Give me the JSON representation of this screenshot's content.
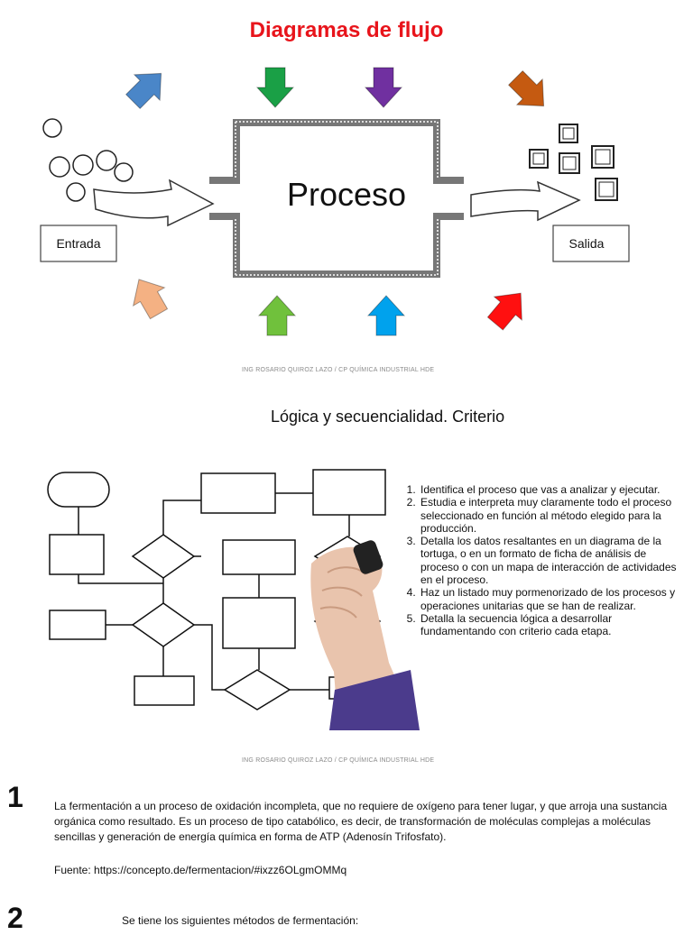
{
  "title": "Diagramas de flujo",
  "diagram": {
    "process_label": "Proceso",
    "input_label": "Entrada",
    "output_label": "Salida",
    "arrow_colors": {
      "blue": "#4a86c8",
      "green": "#1aa046",
      "purple": "#7030a0",
      "orange_brown": "#c55a11",
      "peach": "#f4b183",
      "light_green": "#70c13c",
      "cyan": "#00a2ed",
      "red": "#ff1010"
    }
  },
  "credit_1": "ING ROSARIO QUIROZ LAZO / CP QUÍMICA INDUSTRIAL  HDE",
  "subtitle": "Lógica y secuencialidad. Criterio",
  "steps": [
    "Identifica el proceso que vas a analizar y ejecutar.",
    "Estudia e interpreta muy claramente todo el proceso seleccionado en función al método elegido para la producción.",
    "Detalla los datos resaltantes en un diagrama de la tortuga, o en un formato de ficha de análisis de proceso o con un mapa de interacción de actividades en el proceso.",
    "Haz un listado muy pormenorizado de los procesos y operaciones unitarias que se han de realizar.",
    "Detalla la secuencia lógica a desarrollar fundamentando con criterio cada etapa."
  ],
  "credit_2": "ING ROSARIO QUIROZ LAZO / CP QUÍMICA INDUSTRIAL  HDE",
  "section_1": {
    "number": "1",
    "text": "La fermentación a un proceso de oxidación incompleta, que no requiere de oxígeno para tener lugar, y que arroja una sustancia orgánica como resultado. Es un proceso de tipo catabólico, es decir, de transformación de moléculas complejas a moléculas sencillas y generación de energía química en forma de ATP (Adenosín Trifosfato).",
    "source": "Fuente: https://concepto.de/fermentacion/#ixzz6OLgmOMMq"
  },
  "section_2": {
    "number": "2",
    "text": "Se tiene los siguientes métodos de fermentación:"
  }
}
